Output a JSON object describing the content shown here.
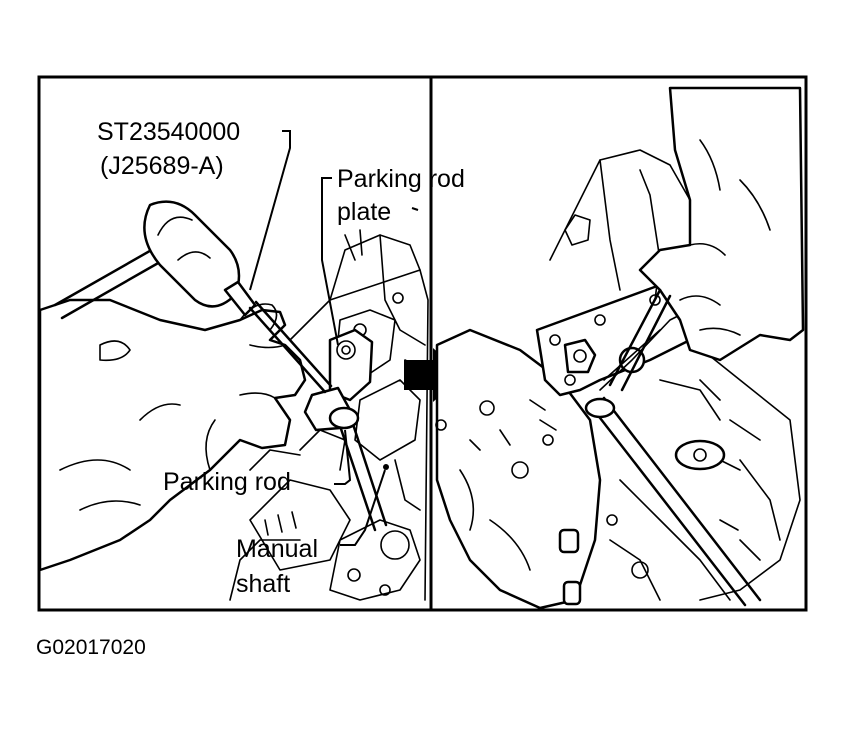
{
  "labels": {
    "tool_number": "ST23540000",
    "tool_alt_number": "(J25689-A)",
    "parking_rod_plate_line1": "Parking rod",
    "parking_rod_plate_line2": "plate",
    "parking_rod": "Parking rod",
    "manual_shaft_line1": "Manual",
    "manual_shaft_line2": "shaft"
  },
  "figure_code": "G02017020",
  "colors": {
    "ink": "#000000",
    "paper": "#ffffff"
  },
  "icons": {
    "transition": "arrow-right-icon"
  }
}
